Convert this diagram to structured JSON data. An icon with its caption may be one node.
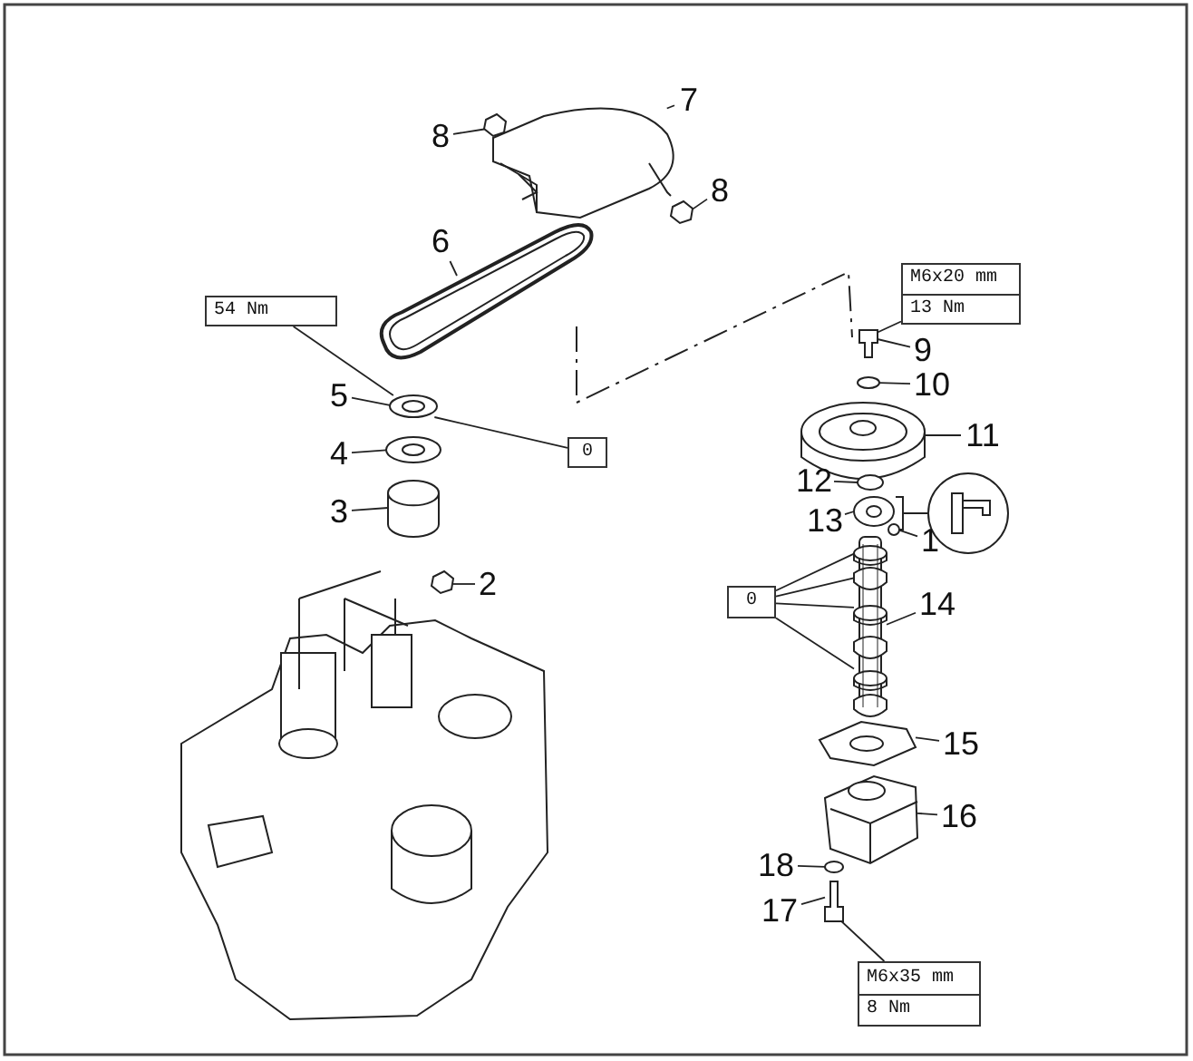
{
  "diagram": {
    "nodes": [
      {
        "text": [
          "7"
        ]
      },
      {
        "text": [
          "8"
        ]
      },
      {
        "text": [
          "8"
        ]
      },
      {
        "text": [
          "6"
        ]
      },
      {
        "text": [
          "M6x20 mm",
          "13 Nm"
        ]
      },
      {
        "text": [
          "9"
        ]
      },
      {
        "text": [
          "10"
        ]
      },
      {
        "text": [
          "54 Nm"
        ]
      },
      {
        "text": [
          "5"
        ]
      },
      {
        "text": [
          "0"
        ]
      },
      {
        "text": [
          "11"
        ]
      },
      {
        "text": [
          "4"
        ]
      },
      {
        "text": [
          "12"
        ]
      },
      {
        "text": [
          "13"
        ]
      },
      {
        "text": [
          "3"
        ]
      },
      {
        "text": [
          "1"
        ]
      },
      {
        "text": [
          "2"
        ]
      },
      {
        "text": [
          "0"
        ]
      },
      {
        "text": [
          "14"
        ]
      },
      {
        "text": [
          "15"
        ]
      },
      {
        "text": [
          "16"
        ]
      },
      {
        "text": [
          "18"
        ]
      },
      {
        "text": [
          "17"
        ]
      },
      {
        "text": [
          "M6x35 mm",
          "8 Nm"
        ]
      },
      {
        "text": [],
        "shape": "picture"
      },
      {
        "text": [],
        "shape": "picture"
      },
      {
        "text": [],
        "shape": "picture"
      },
      {
        "text": [],
        "shape": "picture"
      },
      {
        "text": [],
        "shape": "picture"
      },
      {
        "text": [],
        "shape": "circle"
      },
      {
        "text": [],
        "shape": "picture"
      },
      {
        "text": [],
        "shape": "picture"
      },
      {
        "text": [],
        "shape": "picture"
      },
      {
        "text": [],
        "shape": "circle"
      },
      {
        "text": [],
        "shape": "picture"
      },
      {
        "text": [],
        "shape": "cylinder"
      },
      {
        "text": [],
        "shape": "circle"
      },
      {
        "text": [],
        "shape": "picture"
      },
      {
        "text": [],
        "shape": "picture"
      },
      {
        "text": [],
        "shape": "picture"
      },
      {
        "text": [],
        "shape": "picture"
      },
      {
        "text": [],
        "shape": "circle"
      },
      {
        "text": [],
        "shape": "picture"
      }
    ],
    "edges": [
      {
        "from": 0,
        "to": 24,
        "arrow": "none"
      },
      {
        "from": 1,
        "to": 25,
        "arrow": "none"
      },
      {
        "from": 2,
        "to": 26,
        "arrow": "none"
      },
      {
        "from": 3,
        "to": 27,
        "arrow": "none"
      },
      {
        "from": 4,
        "to": 28,
        "arrow": "none"
      },
      {
        "from": 5,
        "to": 28,
        "arrow": "none"
      },
      {
        "from": 6,
        "to": 29,
        "arrow": "none"
      },
      {
        "from": 7,
        "to": 30,
        "arrow": "none"
      },
      {
        "from": 8,
        "to": 30,
        "arrow": "none"
      },
      {
        "from": 9,
        "to": 30,
        "arrow": "none"
      },
      {
        "from": 10,
        "to": 31,
        "arrow": "none"
      },
      {
        "from": 11,
        "to": 32,
        "arrow": "none"
      },
      {
        "from": 12,
        "to": 33,
        "arrow": "none"
      },
      {
        "from": 13,
        "to": 34,
        "arrow": "none"
      },
      {
        "from": 14,
        "to": 35,
        "arrow": "none"
      },
      {
        "from": 15,
        "to": 36,
        "arrow": "none"
      },
      {
        "from": 16,
        "to": 37,
        "arrow": "none"
      },
      {
        "from": 17,
        "to": 38,
        "arrow": "none"
      },
      {
        "from": 17,
        "to": 38,
        "arrow": "none"
      },
      {
        "from": 17,
        "to": 38,
        "arrow": "none"
      },
      {
        "from": 17,
        "to": 38,
        "arrow": "none"
      },
      {
        "from": 18,
        "to": 38,
        "arrow": "none"
      },
      {
        "from": 19,
        "to": 39,
        "arrow": "none"
      },
      {
        "from": 20,
        "to": 40,
        "arrow": "none"
      },
      {
        "from": 21,
        "to": 41,
        "arrow": "none"
      },
      {
        "from": 22,
        "to": 42,
        "arrow": "none"
      },
      {
        "from": 23,
        "to": 42,
        "arrow": "none"
      }
    ]
  }
}
